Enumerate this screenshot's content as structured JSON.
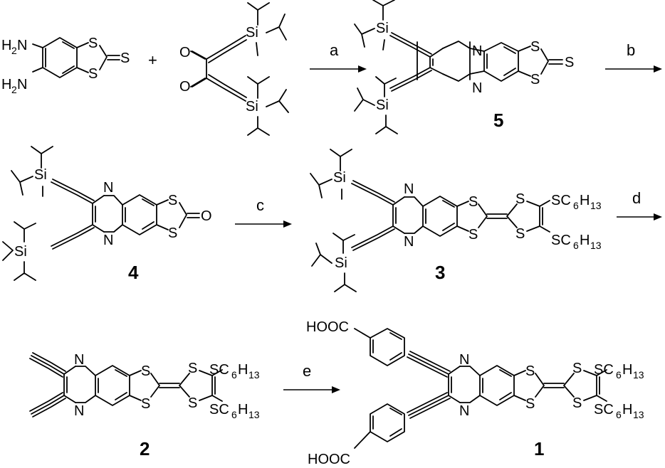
{
  "atoms": {
    "nitrogen": "N",
    "sulfur": "S",
    "oxygen": "O",
    "silicon": "Si"
  },
  "groups": {
    "amine_h": "H",
    "amine_h_count": "2",
    "amine_n": "N",
    "hexylthio_s": "SC",
    "hexylthio_c_count": "6",
    "hexylthio_h": "H",
    "hexylthio_h_count": "13",
    "carboxylic_acid": "HOOC"
  },
  "operators": {
    "plus": "+"
  },
  "reagent_steps": [
    "a",
    "b",
    "c",
    "d",
    "e"
  ],
  "compound_labels": [
    "5",
    "4",
    "3",
    "2",
    "1"
  ]
}
